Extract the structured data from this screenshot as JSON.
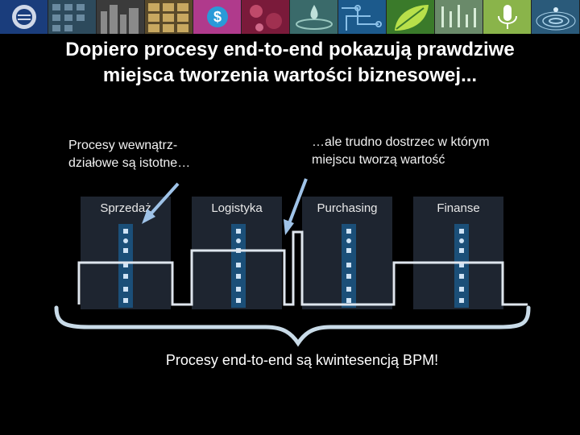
{
  "banner": {
    "tiles": [
      {
        "icon": "ibm-logo-icon",
        "color": "#1a3d7c"
      },
      {
        "icon": "grid-icon",
        "color": "#2d4a5c"
      },
      {
        "icon": "city-icon",
        "color": "#3b3b3b"
      },
      {
        "icon": "photos-icon",
        "color": "#5a4a2a"
      },
      {
        "icon": "dollar-icon",
        "color": "#b03a8c"
      },
      {
        "icon": "cells-icon",
        "color": "#7a1a3a"
      },
      {
        "icon": "water-drop-icon",
        "color": "#3a6a6a"
      },
      {
        "icon": "circuit-icon",
        "color": "#1c5a8c"
      },
      {
        "icon": "leaf-icon",
        "color": "#3a7a2a"
      },
      {
        "icon": "binary-icon",
        "color": "#6a8a6a"
      },
      {
        "icon": "microphone-icon",
        "color": "#8ab44a"
      },
      {
        "icon": "ripple-icon",
        "color": "#2a5a7a"
      }
    ]
  },
  "title": {
    "line1": "Dopiero procesy end-to-end pokazują prawdziwe",
    "line2": "miejsca tworzenia wartości biznesowej..."
  },
  "notes": {
    "left_line1": "Procesy wewnątrz-",
    "left_line2": "działowe są istotne…",
    "right_line1": "…ale trudno dostrzec w którym",
    "right_line2": "miejscu tworzą wartość"
  },
  "departments": [
    {
      "label": "Sprzedaż"
    },
    {
      "label": "Logistyka"
    },
    {
      "label": "Purchasing"
    },
    {
      "label": "Finanse"
    }
  ],
  "conclusion": "Procesy end-to-end są kwintesencją BPM!",
  "colors": {
    "background": "#000000",
    "panel": "#1e2530",
    "stripe": "#1b4f78",
    "process_line": "#dfe6ee",
    "brace": "#c9dbe8",
    "arrow": "#9fc3e8"
  }
}
